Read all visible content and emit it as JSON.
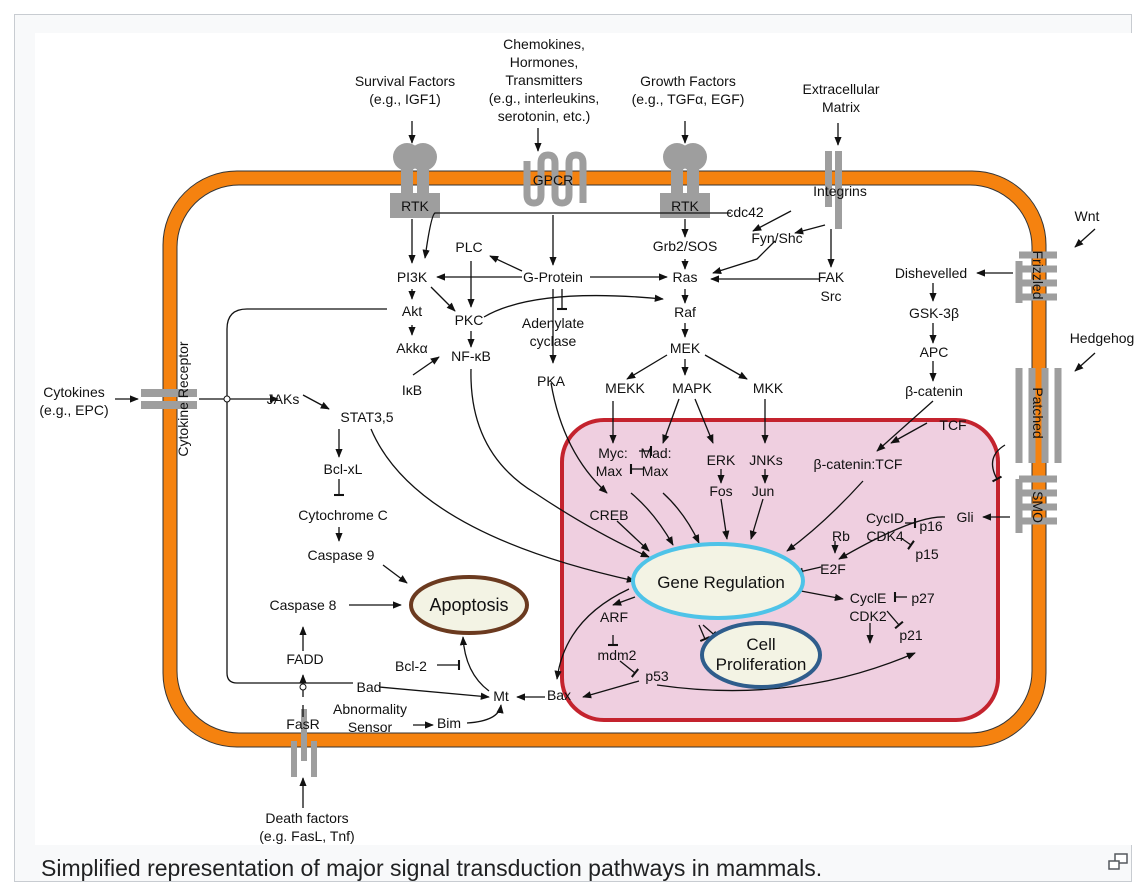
{
  "caption": "Simplified representation of major signal transduction pathways in mammals.",
  "icons": {
    "enlarge": "enlarge-icon"
  },
  "colors": {
    "membrane": "#f5820f",
    "nucleus_fill": "#efcfe0",
    "nucleus_border": "#c4232e",
    "gene_regulation_fill": "#f3f3e4",
    "gene_regulation_border": "#4ec3e8",
    "cell_proliferation_border": "#2f5d8c",
    "apoptosis_border": "#6b3a1f",
    "receptor_gray": "#9e9e9e"
  },
  "external": {
    "survival_1": "Survival Factors",
    "survival_2": "(e.g., IGF1)",
    "chemo_1": "Chemokines,",
    "chemo_2": "Hormones,",
    "chemo_3": "Transmitters",
    "chemo_4": "(e.g., interleukins,",
    "chemo_5": "serotonin, etc.)",
    "growth_1": "Growth Factors",
    "growth_2": "(e.g., TGFα, EGF)",
    "ecm_1": "Extracellular",
    "ecm_2": "Matrix",
    "wnt": "Wnt",
    "hedgehog": "Hedgehog",
    "cytokines_1": "Cytokines",
    "cytokines_2": "(e.g., EPC)",
    "death_1": "Death factors",
    "death_2": "(e.g. FasL, Tnf)"
  },
  "receptors": {
    "rtk_left": "RTK",
    "gpcr": "GPCR",
    "rtk_right": "RTK",
    "integrins": "Integrins",
    "frizzled": "Frizzled",
    "patched": "Patched",
    "smo": "SMO",
    "cytokine_receptor": "Cytokine Receptor",
    "fasr": "FasR"
  },
  "nodes": {
    "cdc42": "cdc42",
    "pi3k": "PI3K",
    "akt": "Akt",
    "akka": "Akkα",
    "plc": "PLC",
    "pkc": "PKC",
    "nfkb": "NF-κB",
    "ikb": "IκB",
    "g_protein": "G-Protein",
    "adenylate_1": "Adenylate",
    "adenylate_2": "cyclase",
    "pka": "PKA",
    "grb2": "Grb2/SOS",
    "fyn": "Fyn/Shc",
    "ras": "Ras",
    "raf": "Raf",
    "mek": "MEK",
    "mekk": "MEKK",
    "mapk": "MAPK",
    "mkk": "MKK",
    "fak": "FAK",
    "src": "Src",
    "dishevelled": "Dishevelled",
    "gsk": "GSK-3β",
    "apc": "APC",
    "bcatenin": "β-catenin",
    "tcf": "TCF",
    "jaks": "JAKs",
    "stat": "STAT3,5",
    "bclxl": "Bcl-xL",
    "cytc": "Cytochrome C",
    "casp9": "Caspase 9",
    "casp8": "Caspase 8",
    "fadd": "FADD",
    "bcl2": "Bcl-2",
    "bad": "Bad",
    "mt": "Mt",
    "bax": "Bax",
    "abn_1": "Abnormality",
    "abn_2": "Sensor",
    "bim": "Bim",
    "myc": "Myc:",
    "mad": "Mad:",
    "max1": "Max",
    "max2": "Max",
    "erk": "ERK",
    "fos": "Fos",
    "jnks": "JNKs",
    "jun": "Jun",
    "bcat_tcf": "β-catenin:TCF",
    "creb": "CREB",
    "cycd": "CycID",
    "cdk4": "CDK4",
    "rb": "Rb",
    "p16": "p16",
    "p15": "p15",
    "e2f": "E2F",
    "gli": "Gli",
    "cyce": "CyclE",
    "cdk2": "CDK2",
    "p27": "p27",
    "p21": "p21",
    "arf": "ARF",
    "mdm2": "mdm2",
    "p53": "p53",
    "gene_regulation": "Gene Regulation",
    "cell_prolif_1": "Cell",
    "cell_prolif_2": "Proliferation",
    "apoptosis": "Apoptosis"
  }
}
